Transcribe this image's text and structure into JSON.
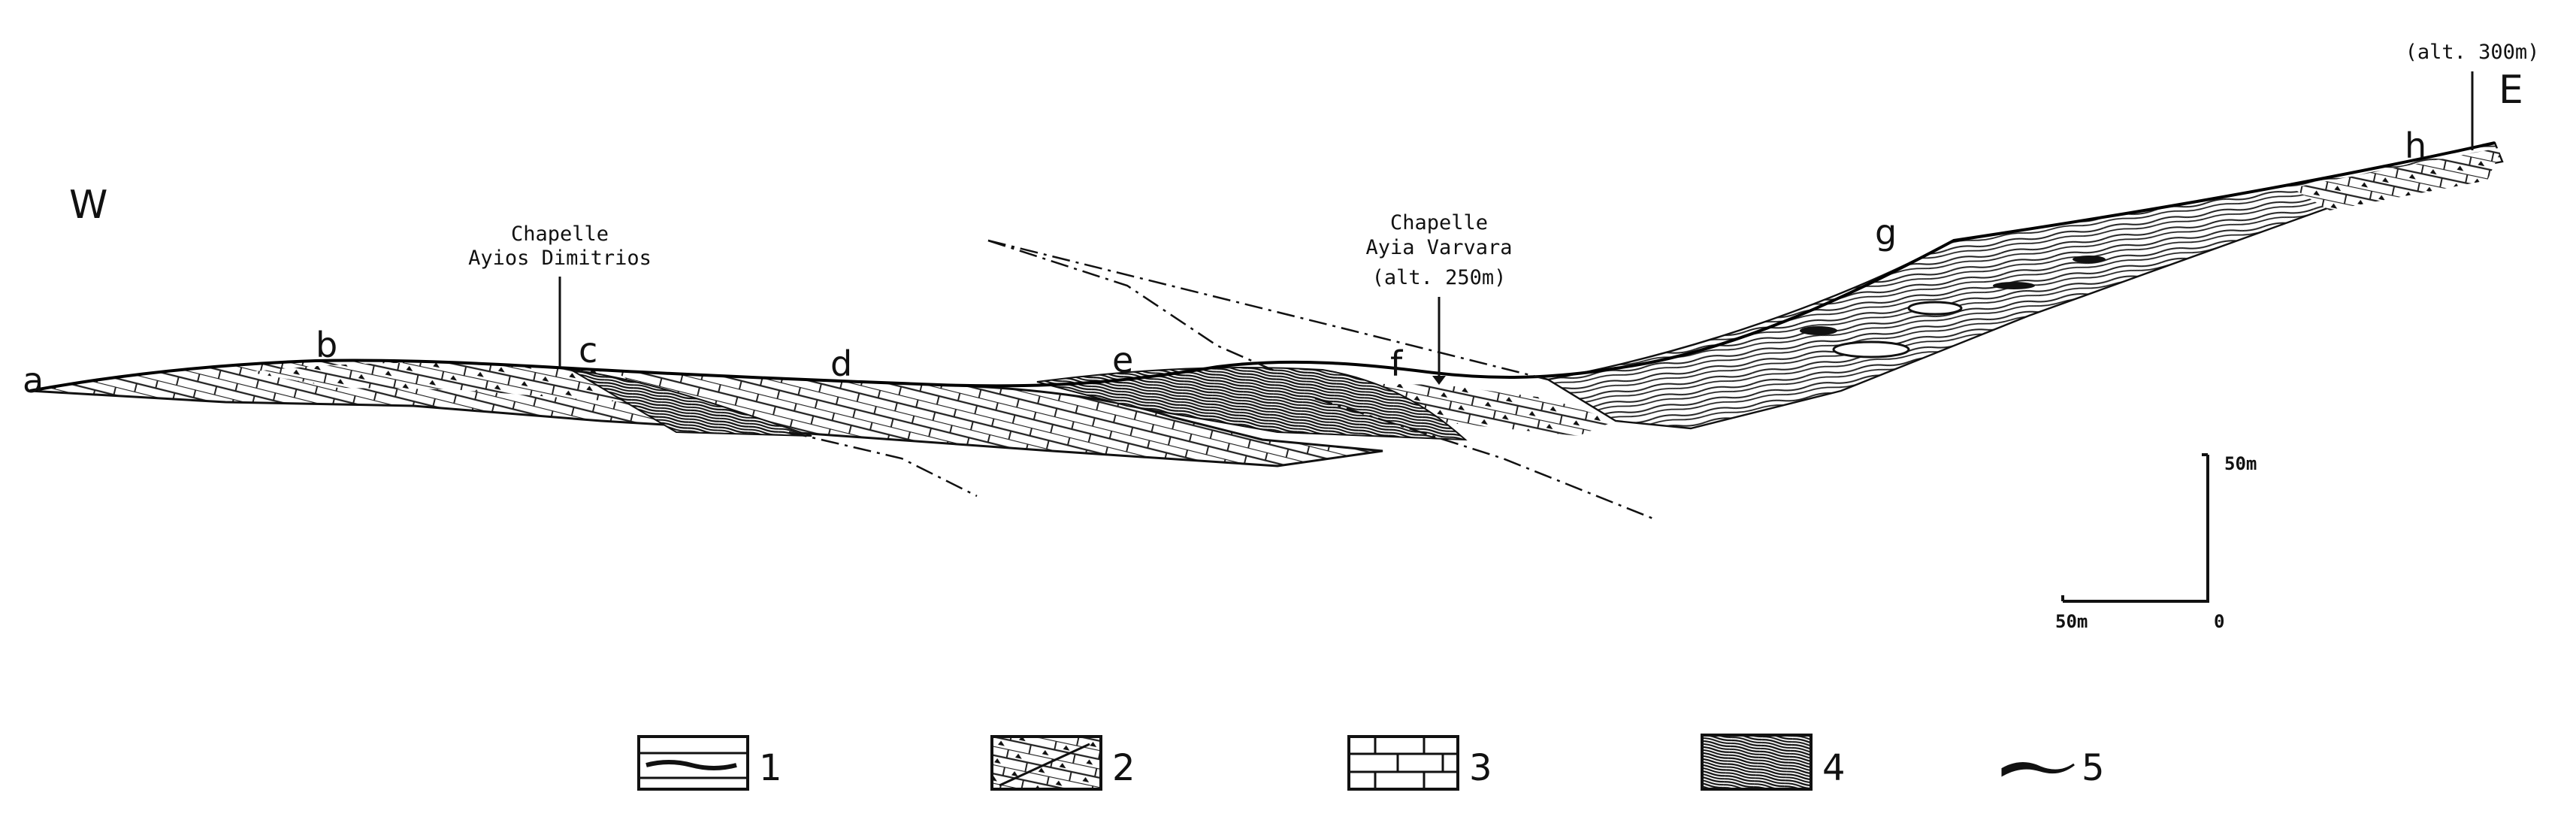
{
  "directions": {
    "west": "W",
    "east": "E"
  },
  "points": [
    "a",
    "b",
    "c",
    "d",
    "e",
    "f",
    "g",
    "h"
  ],
  "annotations": {
    "chapelle_dimitrios": [
      "Chapelle",
      "Ayios Dimitrios"
    ],
    "chapelle_varvara": [
      "Chapelle",
      "Ayia Varvara",
      "(alt. 250m)"
    ],
    "alt_east": "(alt. 300m)"
  },
  "scale": {
    "vertical": "50m",
    "horizontal": "50m",
    "origin": "0"
  },
  "legend": [
    "1",
    "2",
    "3",
    "4",
    "5"
  ]
}
